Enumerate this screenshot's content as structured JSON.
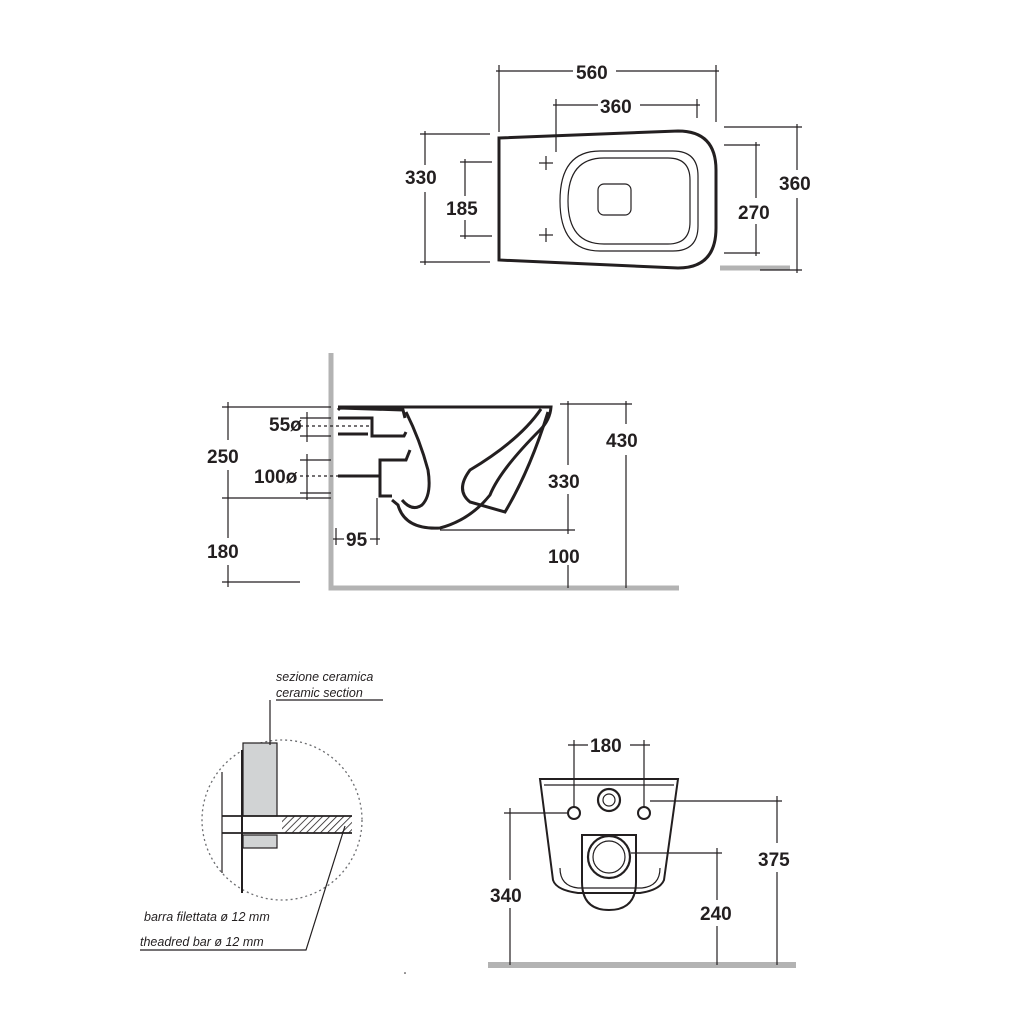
{
  "top_view": {
    "dims": {
      "overall_length": "560",
      "fixing_spacing": "360",
      "rear_width": "330",
      "fixing_height": "185",
      "bowl_inner_width": "270",
      "front_width": "360"
    }
  },
  "side_view": {
    "dims": {
      "inlet_diameter": "55ø",
      "outlet_diameter": "100ø",
      "rim_to_outlet": "250",
      "outlet_height": "180",
      "outlet_projection": "95",
      "bowl_height": "330",
      "clearance": "100",
      "rim_height": "430"
    }
  },
  "detail": {
    "ceramic_section_it": "sezione ceramica",
    "ceramic_section_en": "ceramic section",
    "threaded_bar_it": "barra filettata ø 12 mm",
    "threaded_bar_en": "theadred bar ø 12 mm"
  },
  "rear_view": {
    "dims": {
      "fixing_spacing": "180",
      "fixing_height": "340",
      "outlet_height": "240",
      "top_height": "375"
    }
  },
  "colors": {
    "line": "#231f20",
    "wall": "#b3b3b3",
    "hatch": "#231f20"
  }
}
